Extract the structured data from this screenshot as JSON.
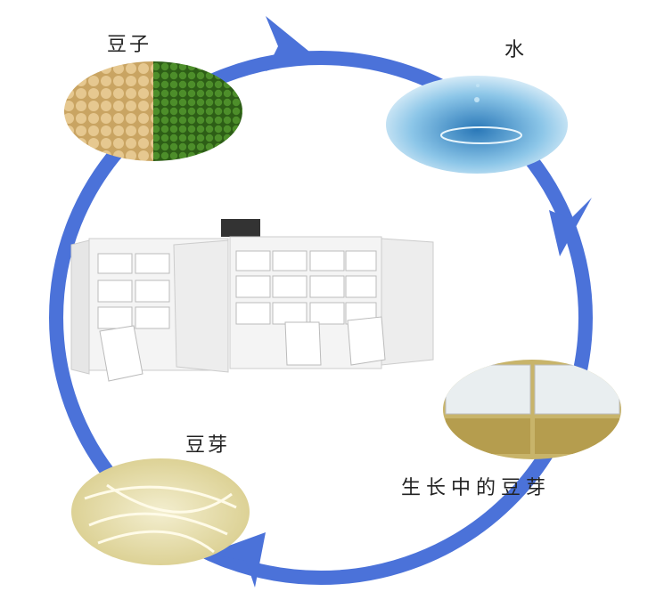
{
  "labels": {
    "beans": "豆子",
    "water": "水",
    "sprouts": "豆芽",
    "growing": "生长中的豆芽"
  },
  "colors": {
    "cycle_arrow": "#4b72d9",
    "soy": "#d9b87a",
    "mung": "#3f7d22",
    "water": "#5fa8d3",
    "sprout": "#ece5b8"
  }
}
